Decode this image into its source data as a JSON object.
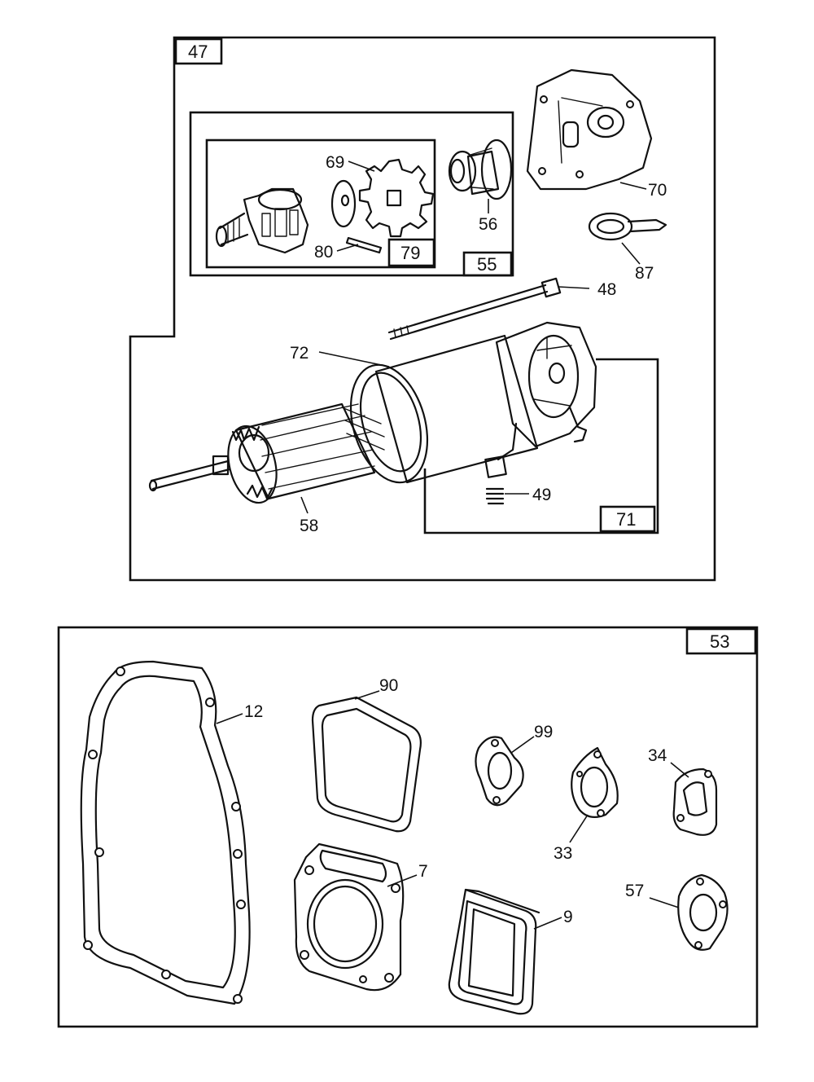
{
  "starter_kit": {
    "kit_number": "47",
    "drive_kit": {
      "number": "55"
    },
    "pinion_kit": {
      "number": "79"
    },
    "brush_kit": {
      "number": "71"
    },
    "callouts": {
      "p48": "48",
      "p49": "49",
      "p56": "56",
      "p58": "58",
      "p69": "69",
      "p70": "70",
      "p72": "72",
      "p80": "80",
      "p87": "87"
    }
  },
  "gasket_set": {
    "kit_number": "53",
    "callouts": {
      "p7": "7",
      "p9": "9",
      "p12": "12",
      "p33": "33",
      "p34": "34",
      "p57": "57",
      "p90": "90",
      "p99": "99"
    }
  }
}
